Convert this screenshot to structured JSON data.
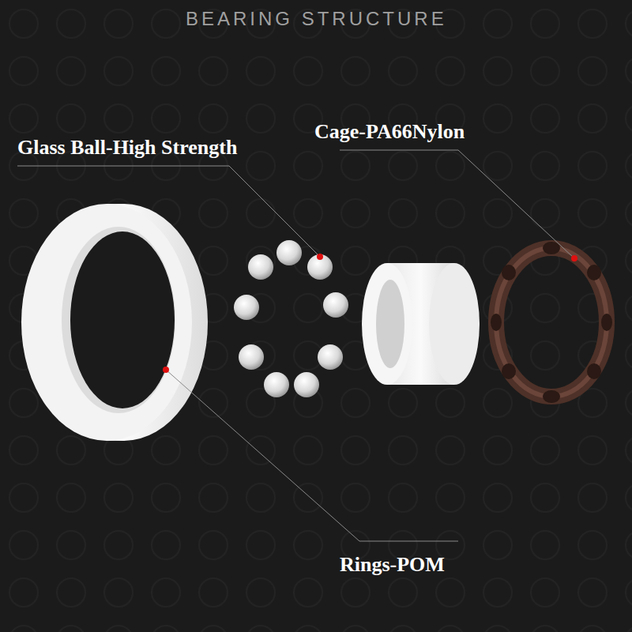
{
  "diagram": {
    "title": "BEARING STRUCTURE",
    "labels": [
      "Glass Ball-High Strength",
      "Cage-PA66Nylon",
      "Rings-POM"
    ]
  }
}
